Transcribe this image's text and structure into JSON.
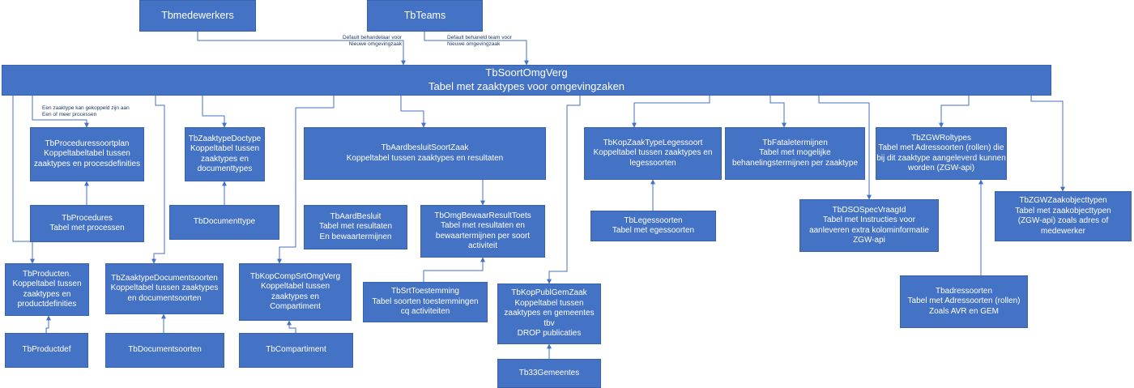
{
  "boxes": {
    "tbmedewerkers": "Tbmedewerkers",
    "tbteams": "TbTeams",
    "tbsoortomgverg": "TbSoortOmgVerg\nTabel met zaaktypes voor omgevingzaken",
    "tbproceduressoortplan": "TbProceduressoortplan\nKoppeltabeltabel tussen\nzaaktypes en procesdefinities",
    "tbprocedures": "TbProcedures\nTabel met processen",
    "tbproducten": "TbProducten.\nKoppeltabel tussen\nzaaktypes en\nproductdefinities",
    "tbproductdef": "TbProductdef",
    "tbzaaktypedoctype": "TbZaaktypeDoctype\nKoppeltabel tussen\nzaaktypes en\ndocumenttypes",
    "tbdocumenttype": "TbDocumenttype",
    "tbzaaktypedocumentsoorten": "TbZaaktypeDocumentsoorten\nKoppeltabel tussen zaaktypes\nen documentsoorten",
    "tbdocumentsoorten": "TbDocumentsoorten",
    "tbaardbesluitsoortzaak": "TbAardbesluitSoortZaak\nKoppeltabel tussen zaaktypes en resultaten",
    "tbaardbesluit": "TbAardBesluit\nTabel met resultaten\nEn bewaartermijnen",
    "tbomgbewaarresulttoets": "TbOmgBewaarResultToets\nTabel met resultaten en\nbewaartermijnen per soort\nactiviteit",
    "tbsrttoestemming": "TbSrtToestemming\nTabel soorten toestemmingen\ncq activiteiten",
    "tbkopcompsrtomgverg": "TbKopCompSrtOmgVerg\nKoppeltabel tussen\nzaaktypes en\nCompartiment",
    "tbcompartiment": "TbCompartiment",
    "tbkoppublgemzaak": "TbKopPublGemZaak\nKoppeltabel tussen\nzaaktypes en gemeentes\ntbv\nDROP publicaties",
    "tb33gemeentes": "Tb33Gemeentes",
    "tbkopzaaktypelegessoort": "TbKopZaakTypeLegessoort\nKoppeltabel tussen zaaktypes en\nlegessoorten",
    "tblegessoorten": "TbLegessoorten\nTabel met egessoorten",
    "tbfataletermijnen": "TbFataletermijnen\nTabel met mogelijke\nbehanelingstermijnen per zaaktype",
    "tbdsospecvraagid": "TbDSOSpecVraagId\nTabel met Instructies voor\naanleveren extra kolominformatie\nZGW-api",
    "tbzgwroltypes": "TbZGWRoltypes\nTabel met Adressoorten (rollen) die\nbij dit zaaktype aangeleverd kunnen\nworden (ZGW-api)",
    "tbadressoorten": "Tbadressoorten\nTabel met Adressoorten (rollen)\nZoals AVR en GEM",
    "tbzgwzaakobjecttypen": "TbZGWZaakobjecttypen\nTabel met zaakobjecttypen\n(ZGW-api) zoals adres of\nmedewerker"
  },
  "notes": {
    "behandelaar": "Default behandelaar voor\nNieuwe omgevingzaak",
    "behandelteam": "Default behaneld team voor\nNieuwe omgevingzaak",
    "procesdefinities": "Een zaaktype kan gekoppeld zijn aan\nEen of meer processen"
  },
  "colors": {
    "box_fill": "#4472c4",
    "box_border": "#3a62a8",
    "connector": "#4472c4",
    "text": "#ffffff"
  }
}
